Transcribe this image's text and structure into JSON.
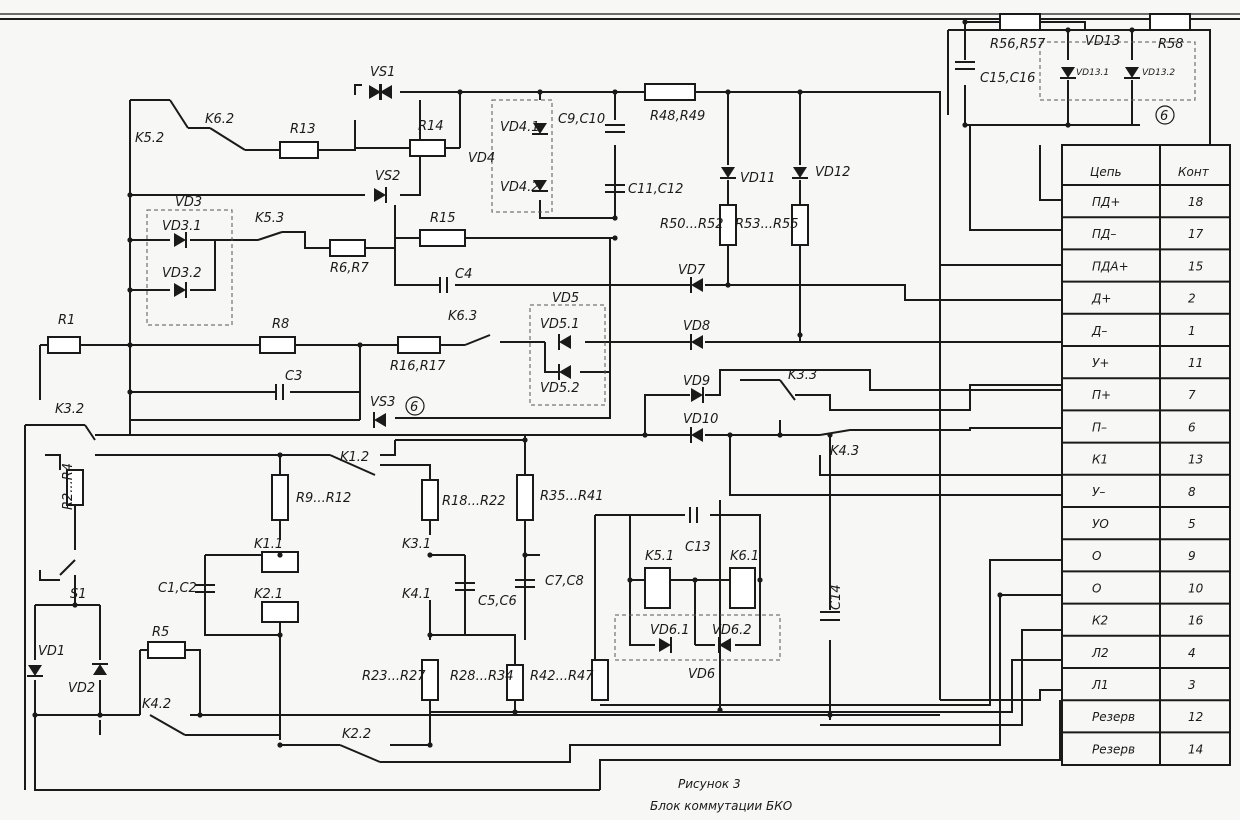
{
  "components": [
    {
      "id": "VS1",
      "label": "VS1"
    },
    {
      "id": "K5_2",
      "label": "K5.2"
    },
    {
      "id": "K6_2",
      "label": "K6.2"
    },
    {
      "id": "R13",
      "label": "R13"
    },
    {
      "id": "R14",
      "label": "R14"
    },
    {
      "id": "VD4_1",
      "label": "VD4.1"
    },
    {
      "id": "VD4",
      "label": "VD4"
    },
    {
      "id": "VD4_2",
      "label": "VD4.2"
    },
    {
      "id": "C9",
      "label": "C9,C10"
    },
    {
      "id": "C11",
      "label": "C11,C12"
    },
    {
      "id": "R48",
      "label": "R48,R49"
    },
    {
      "id": "VD11",
      "label": "VD11"
    },
    {
      "id": "VD12",
      "label": "VD12"
    },
    {
      "id": "R50",
      "label": "R50...R52"
    },
    {
      "id": "R53",
      "label": "R53...R55"
    },
    {
      "id": "VD3",
      "label": "VD3"
    },
    {
      "id": "VD3_1",
      "label": "VD3.1"
    },
    {
      "id": "VD3_2",
      "label": "VD3.2"
    },
    {
      "id": "K5_3",
      "label": "K5.3"
    },
    {
      "id": "R6",
      "label": "R6,R7"
    },
    {
      "id": "VS2",
      "label": "VS2"
    },
    {
      "id": "R15",
      "label": "R15"
    },
    {
      "id": "C4",
      "label": "C4"
    },
    {
      "id": "VD7",
      "label": "VD7"
    },
    {
      "id": "R1",
      "label": "R1"
    },
    {
      "id": "R8",
      "label": "R8"
    },
    {
      "id": "R16",
      "label": "R16,R17"
    },
    {
      "id": "K6_3",
      "label": "K6.3"
    },
    {
      "id": "VD5",
      "label": "VD5"
    },
    {
      "id": "VD5_1",
      "label": "VD5.1"
    },
    {
      "id": "VD5_2",
      "label": "VD5.2"
    },
    {
      "id": "VD8",
      "label": "VD8"
    },
    {
      "id": "C3",
      "label": "C3"
    },
    {
      "id": "VS3",
      "label": "VS3"
    },
    {
      "id": "VD9",
      "label": "VD9"
    },
    {
      "id": "K3_3",
      "label": "K3.3"
    },
    {
      "id": "K3_2",
      "label": "K3.2"
    },
    {
      "id": "VD10",
      "label": "VD10"
    },
    {
      "id": "K4_3",
      "label": "K4.3"
    },
    {
      "id": "K1_2",
      "label": "K1.2"
    },
    {
      "id": "R2",
      "label": "R2...R4"
    },
    {
      "id": "R9",
      "label": "R9...R12"
    },
    {
      "id": "R18",
      "label": "R18...R22"
    },
    {
      "id": "R35",
      "label": "R35...R41"
    },
    {
      "id": "K1_1",
      "label": "K1.1"
    },
    {
      "id": "K2_1",
      "label": "K2.1"
    },
    {
      "id": "C1",
      "label": "C1,C2"
    },
    {
      "id": "K3_1",
      "label": "K3.1"
    },
    {
      "id": "K4_1",
      "label": "K4.1"
    },
    {
      "id": "C5",
      "label": "C5,C6"
    },
    {
      "id": "C7",
      "label": "C7,C8"
    },
    {
      "id": "C13",
      "label": "C13"
    },
    {
      "id": "K5_1",
      "label": "K5.1"
    },
    {
      "id": "K6_1",
      "label": "K6.1"
    },
    {
      "id": "VD6_1",
      "label": "VD6.1"
    },
    {
      "id": "VD6_2",
      "label": "VD6.2"
    },
    {
      "id": "VD6",
      "label": "VD6"
    },
    {
      "id": "C14",
      "label": "C14"
    },
    {
      "id": "S1",
      "label": "S1"
    },
    {
      "id": "R5",
      "label": "R5"
    },
    {
      "id": "VD1",
      "label": "VD1"
    },
    {
      "id": "VD2",
      "label": "VD2"
    },
    {
      "id": "K4_2",
      "label": "K4.2"
    },
    {
      "id": "K2_2",
      "label": "K2.2"
    },
    {
      "id": "R23",
      "label": "R23...R27"
    },
    {
      "id": "R28",
      "label": "R28...R34"
    },
    {
      "id": "R42",
      "label": "R42...R47"
    },
    {
      "id": "R56",
      "label": "R56,R57"
    },
    {
      "id": "R58",
      "label": "R58"
    },
    {
      "id": "C15",
      "label": "C15,C16"
    },
    {
      "id": "VD13",
      "label": "VD13"
    },
    {
      "id": "VD13_1",
      "label": "VD13.1"
    },
    {
      "id": "VD13_2",
      "label": "VD13.2"
    }
  ],
  "marks": {
    "circled": "6"
  },
  "table": {
    "headers": {
      "circuit": "Цепь",
      "contact": "Конт"
    },
    "rows": [
      {
        "circuit": "ПД+",
        "contact": "18"
      },
      {
        "circuit": "ПД–",
        "contact": "17"
      },
      {
        "circuit": "ПДА+",
        "contact": "15"
      },
      {
        "circuit": "Д+",
        "contact": "2"
      },
      {
        "circuit": "Д–",
        "contact": "1"
      },
      {
        "circuit": "У+",
        "contact": "11"
      },
      {
        "circuit": "П+",
        "contact": "7"
      },
      {
        "circuit": "П–",
        "contact": "6"
      },
      {
        "circuit": "К1",
        "contact": "13"
      },
      {
        "circuit": "У–",
        "contact": "8"
      },
      {
        "circuit": "УО",
        "contact": "5"
      },
      {
        "circuit": "О",
        "contact": "9"
      },
      {
        "circuit": "О",
        "contact": "10"
      },
      {
        "circuit": "К2",
        "contact": "16"
      },
      {
        "circuit": "Л2",
        "contact": "4"
      },
      {
        "circuit": "Л1",
        "contact": "3"
      },
      {
        "circuit": "Резерв",
        "contact": "12"
      },
      {
        "circuit": "Резерв",
        "contact": "14"
      }
    ]
  },
  "caption": {
    "figure": "Рисунок 3",
    "title": "Блок коммутации БКО"
  }
}
